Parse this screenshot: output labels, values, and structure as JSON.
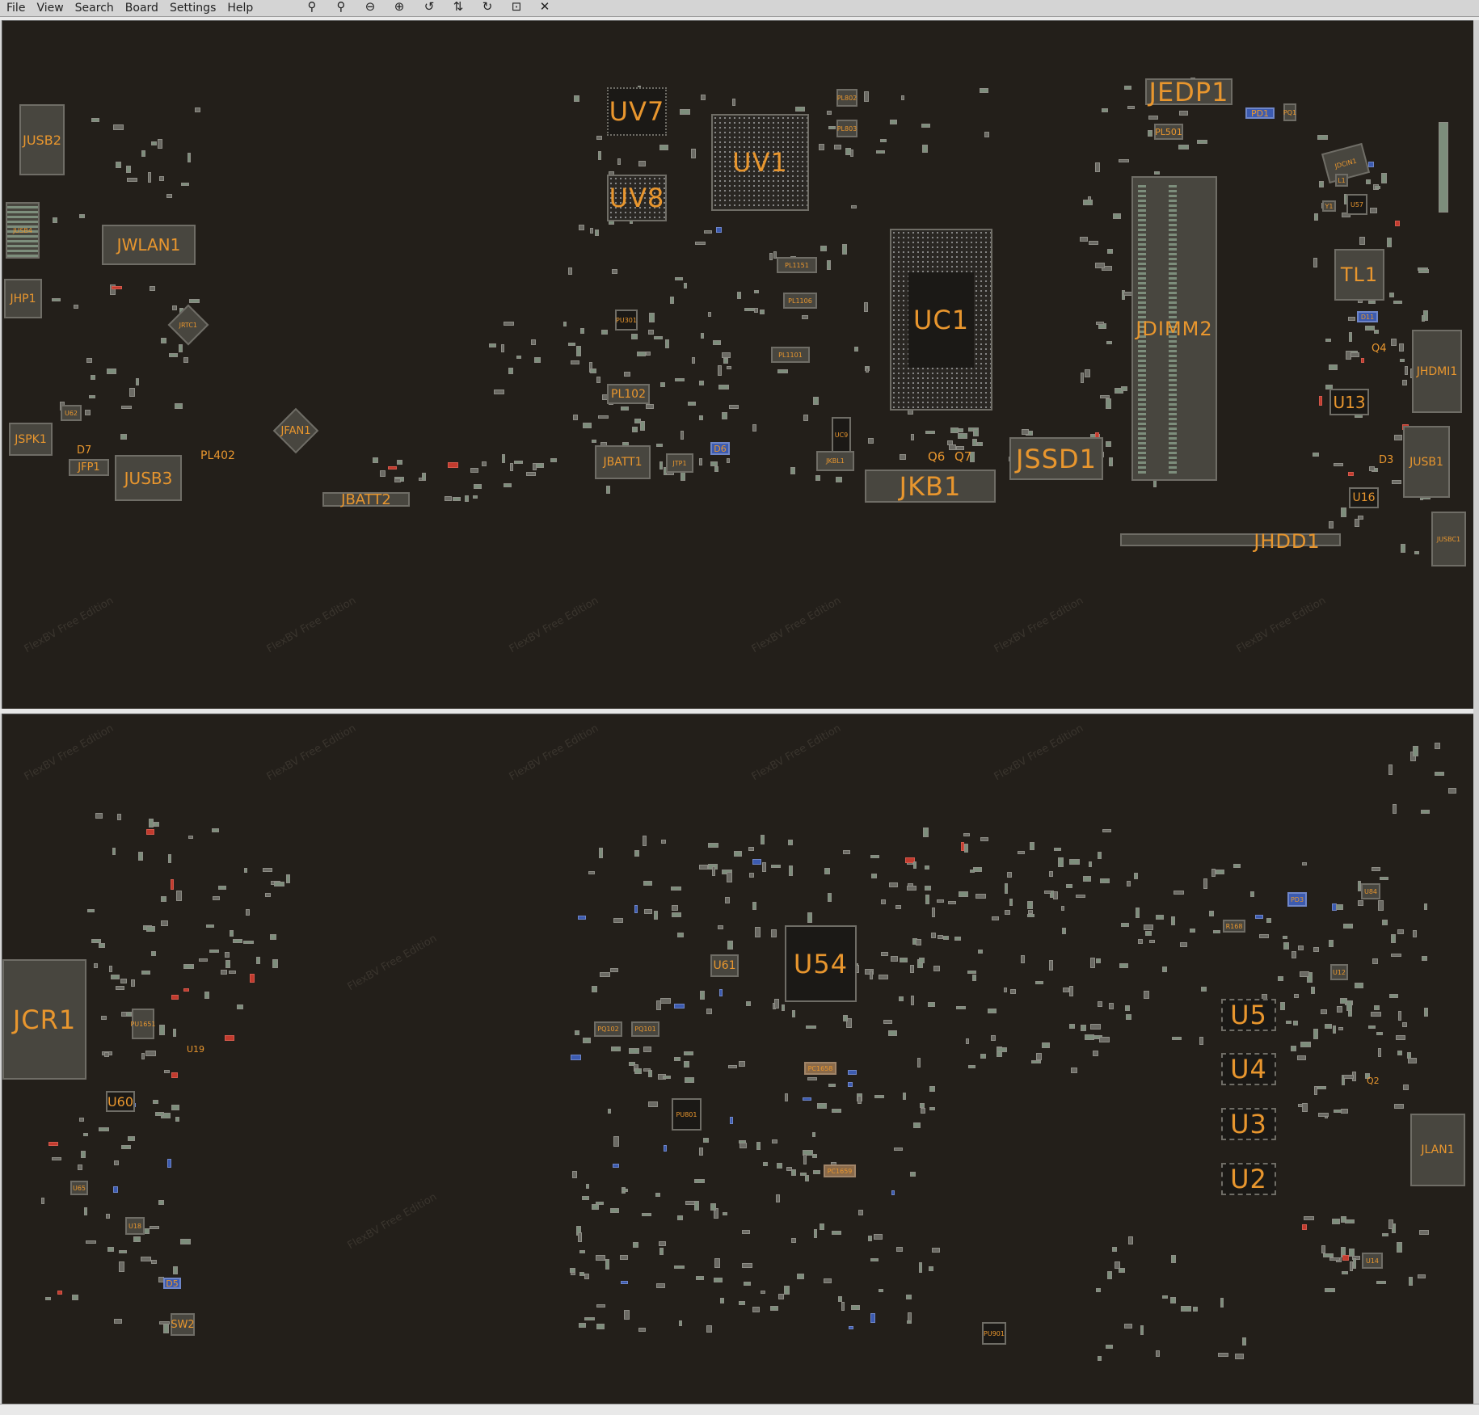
{
  "menu": [
    "File",
    "View",
    "Search",
    "Board",
    "Settings",
    "Help"
  ],
  "toolbar_icons": [
    "zoom-out-icon",
    "zoom-in-icon",
    "zoom-fit-out-icon",
    "zoom-fit-in-icon",
    "rotate-ccw-icon",
    "flip-icon",
    "rotate-cw-icon",
    "center-icon",
    "close-icon"
  ],
  "toolbar_glyphs": [
    "⚲",
    "⚲",
    "⊖",
    "⊕",
    "↺",
    "⇅",
    "↻",
    "⊡",
    "✕"
  ],
  "watermark": "FlexBV Free Edition",
  "top": {
    "JUSB2": "JUSB2",
    "JUSB4": "JUSB4",
    "JWLAN1": "JWLAN1",
    "JHP1": "JHP1",
    "JRTC1": "JRTC1",
    "JSPK1": "JSPK1",
    "JFP1": "JFP1",
    "JUSB3": "JUSB3",
    "PL402": "PL402",
    "JFAN1": "JFAN1",
    "JBATT2": "JBATT2",
    "D7": "D7",
    "U62": "U62",
    "UV7": "UV7",
    "UV8": "UV8",
    "UV1": "UV1",
    "UC1": "UC1",
    "PL102": "PL102",
    "JBATT1": "JBATT1",
    "JTP1": "JTP1",
    "D6": "D6",
    "JKBL1": "JKBL1",
    "UC9": "UC9",
    "PL802": "PL802",
    "PL803": "PL803",
    "PL1151": "PL1151",
    "PL1106": "PL1106",
    "PL1101": "PL1101",
    "PU301": "PU301",
    "JKB1": "JKB1",
    "Q6": "Q6",
    "Q7": "Q7",
    "JSSD1": "JSSD1",
    "JEDP1": "JEDP1",
    "PL501": "PL501",
    "PD1": "PD1",
    "PQ1": "PQ1",
    "JDCIN1": "JDCIN1",
    "L1": "L1",
    "U57": "U57",
    "Y1": "Y1",
    "JDIMM2": "JDIMM2",
    "TL1": "TL1",
    "D11": "D11",
    "Q4": "Q4",
    "JHDMI1": "JHDMI1",
    "U13": "U13",
    "D3": "D3",
    "JUSB1": "JUSB1",
    "U16": "U16",
    "JUSBC1": "JUSBC1",
    "JHDD1": "JHDD1"
  },
  "bottom": {
    "JCR1": "JCR1",
    "U60": "U60",
    "U65": "U65",
    "U18": "U18",
    "D5": "D5",
    "SW2": "SW2",
    "U19": "U19",
    "PU1651": "PU1651",
    "PQ102": "PQ102",
    "PQ101": "PQ101",
    "U61": "U61",
    "U54": "U54",
    "PC1658": "PC1658",
    "PC1659": "PC1659",
    "PU801": "PU801",
    "PU901": "PU901",
    "U5": "U5",
    "U4": "U4",
    "U3": "U3",
    "U2": "U2",
    "PD3": "PD3",
    "R168": "R168",
    "U84": "U84",
    "JLAN1": "JLAN1",
    "U14": "U14",
    "U12": "U12",
    "Q2": "Q2"
  }
}
